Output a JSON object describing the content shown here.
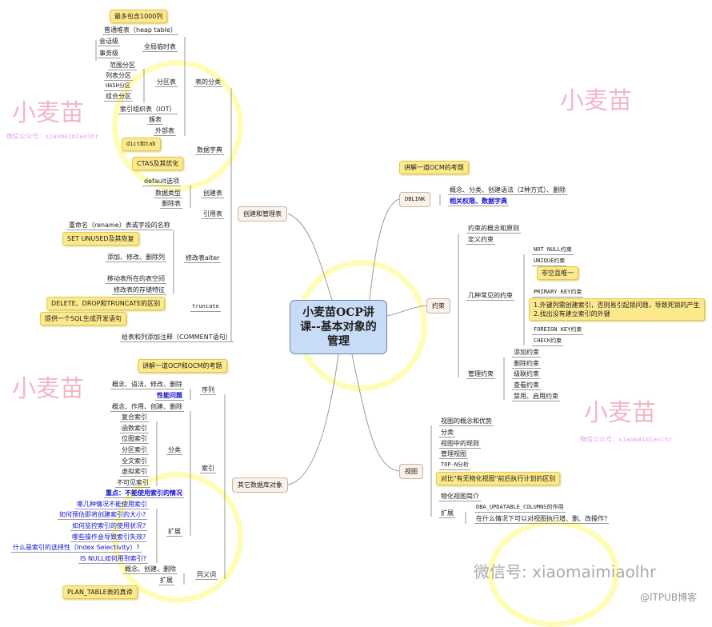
{
  "title": "小麦苗OCP讲课--基本对象的管理",
  "watermark": {
    "brand": "小麦苗",
    "account": "微信公众号：xiaomaimiaolhr",
    "wechat": "微信号: xiaomaimiaolhr",
    "blog": "@ITPUB博客"
  },
  "tables": {
    "label": "创建和管理表",
    "types": "表的分类",
    "heap": "普通堆表（heap table）",
    "heap_note": "最多包含1000列",
    "global_temp": "全局临时表",
    "session": "会话级",
    "transaction": "事务级",
    "partitioned": "分区表",
    "range": "范围分区",
    "list": "列表分区",
    "hash": "HASH分区",
    "composite": "组合分区",
    "iot": "索引组织表（IOT）",
    "cluster": "簇表",
    "external": "外部表",
    "data_dict": "数据字典",
    "data_dict_note": "dict和tab",
    "create": "创建表",
    "ctas_note": "CTAS及其优化",
    "default_opt": "default选项",
    "data_types": "数据类型",
    "drop": "删除表",
    "ref": "引用表",
    "alter": "修改表alter",
    "rename": "重命名（rename）表或字段的名称",
    "set_unused_note": "SET UNUSED及其恢复",
    "add_mod_drop": "添加、修改、删除列",
    "move_ts": "移动表所在的表空间",
    "storage": "修改表的存储特征",
    "truncate": "truncate",
    "truncate_note": "DELETE、DROP和TRUNCATE的区别",
    "comment": "给表和列添加注释（COMMENT语句）",
    "comment_note": "提供一个SQL生成开发语句"
  },
  "others": {
    "label": "其它数据库对象",
    "sequence": "序列",
    "seq_note": "讲解一道OCP和OCM的考题",
    "seq_concept": "概念、语法、修改、删除",
    "seq_perf": "性能问题",
    "index": "索引",
    "idx_concept": "概念、作用、创建、删除",
    "idx_class": "分类",
    "composite": "复合索引",
    "function": "函数索引",
    "bitmap": "位图索引",
    "partition": "分区索引",
    "fulltext": "全文索引",
    "virtual": "虚拟索引",
    "invisible": "不可见索引",
    "key_point": "重点：不能使用索引的情况",
    "idx_ext": "扩展",
    "ext1": "哪几种情况不能使用索引",
    "ext2": "如何预估即将创建索引的大小?",
    "ext3": "如何监控索引的使用状况?",
    "ext4": "哪些操作会导致索引失效?",
    "ext5": "什么是索引的选择性（Index Selectivity）?",
    "ext6": "IS NULL如何用到索引?",
    "synonym": "同义词",
    "syn_concept": "概念、创建、删除",
    "syn_ext": "扩展",
    "plan_note": "PLAN_TABLE表的真谛"
  },
  "dblink": {
    "label": "DBLINK",
    "note": "讲解一道OCM的考题",
    "concept": "概念、分类、创建语法（2种方式）、删除",
    "privs": "相关权限、数据字典"
  },
  "constraints": {
    "label": "约束",
    "concept": "约束的概念和原则",
    "define": "定义约束",
    "common": "几种常见的约束",
    "not_null": "NOT NULL约束",
    "unique": "UNIQUE约束",
    "pk_note": "非空且唯一",
    "pk": "PRIMARY KEY约束",
    "fk_note1": "1.外键列需创建索引，否则易引起锁问题，导致死锁的产生",
    "fk_note2": "2.找出没有建立索引的外键",
    "fk": "FOREIGN KEY约束",
    "check": "CHECK约束",
    "manage": "管理约束",
    "add": "添加约束",
    "drop": "删除约束",
    "cascade": "级联约束",
    "view": "查看约束",
    "enable": "禁用、启用约束"
  },
  "views": {
    "label": "视图",
    "concept": "视图的概念和优势",
    "class": "分类",
    "rules": "视图中的规则",
    "manage": "管理视图",
    "topn": "TOP-N分析",
    "mv_note": "对比\"有无物化视图\"前后执行计划的区别",
    "mv": "物化视图简介",
    "ext": "扩展",
    "dba_cols": "DBA_UPDATABLE_COLUMNS的作用",
    "dml": "在什么情况下可以对视图执行增、删、改操作?"
  }
}
